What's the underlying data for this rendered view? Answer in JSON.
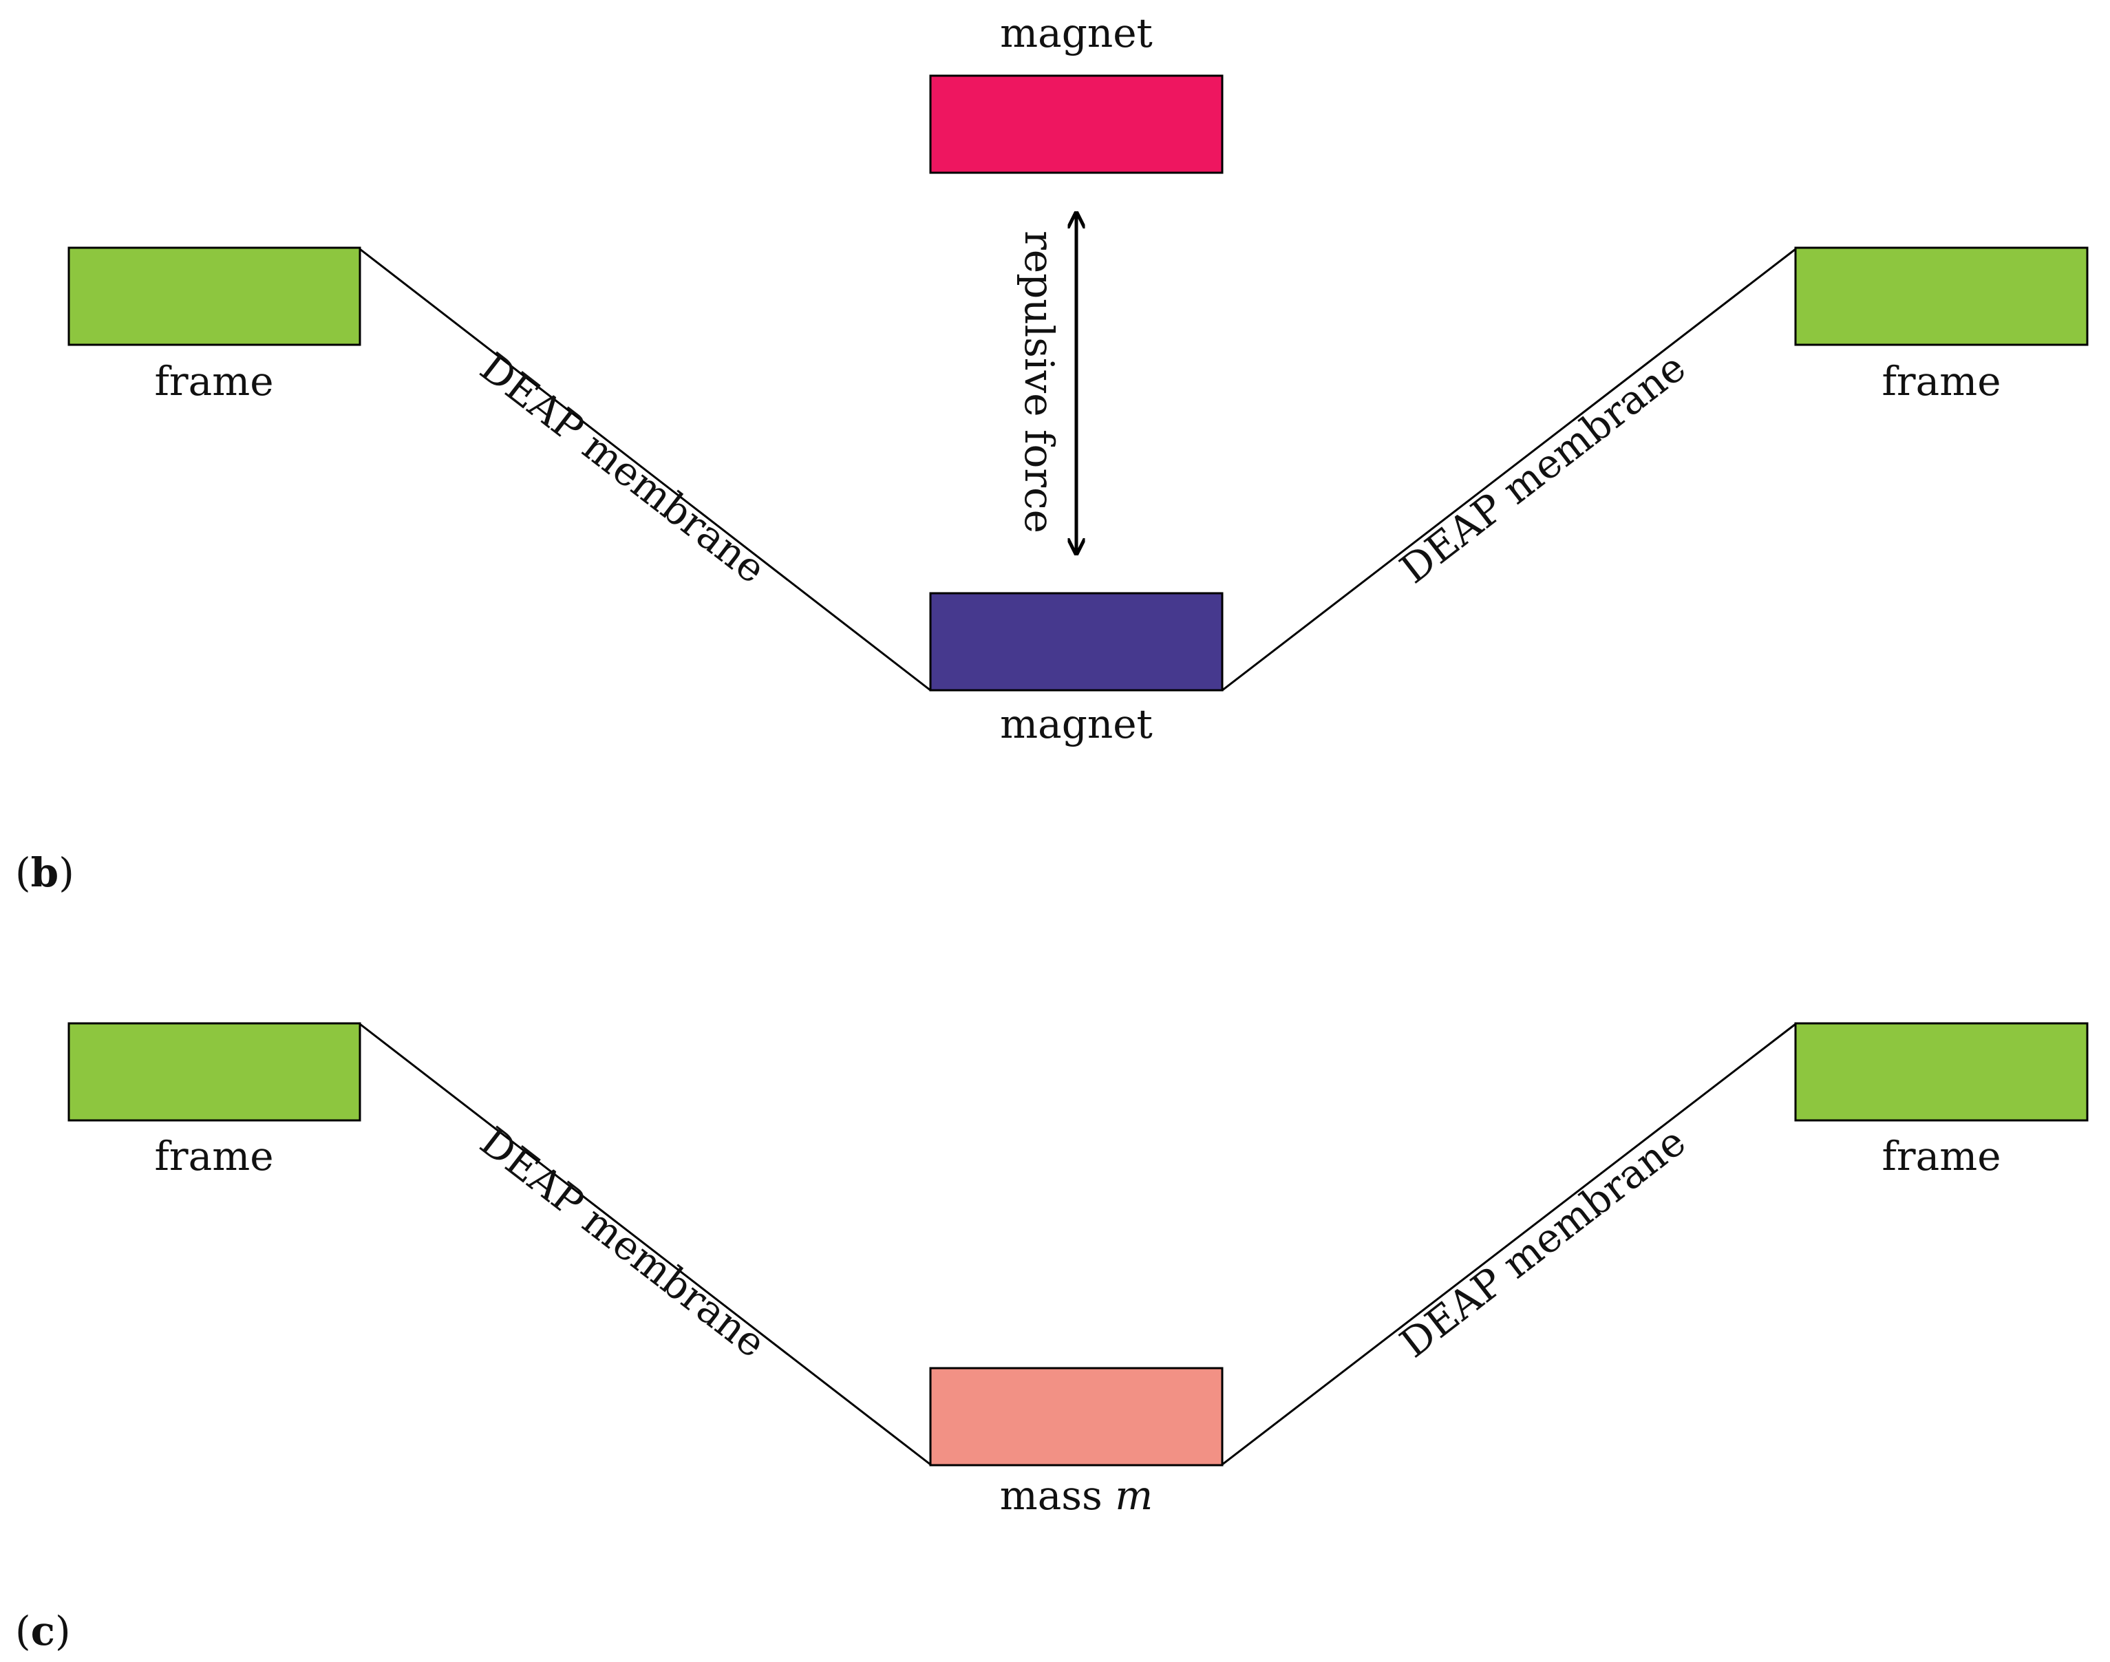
{
  "colors": {
    "frame": "#8dc63f",
    "magnet_top": "#ee1660",
    "magnet_bottom": "#46398e",
    "mass": "#f29185",
    "stroke": "#000000"
  },
  "panel_b": {
    "tag_open": "(",
    "tag_letter": "b",
    "tag_close": ")",
    "frame_left_label": "frame",
    "frame_right_label": "frame",
    "membrane_left_label": "DEAP membrane",
    "membrane_right_label": "DEAP membrane",
    "magnet_top_label": "magnet",
    "magnet_bottom_label": "magnet",
    "force_label": "repulsive force"
  },
  "panel_c": {
    "tag_open": "(",
    "tag_letter": "c",
    "tag_close": ")",
    "frame_left_label": "frame",
    "frame_right_label": "frame",
    "membrane_left_label": "DEAP membrane",
    "membrane_right_label": "DEAP membrane",
    "mass_label_text": "mass ",
    "mass_label_symbol": "m"
  }
}
